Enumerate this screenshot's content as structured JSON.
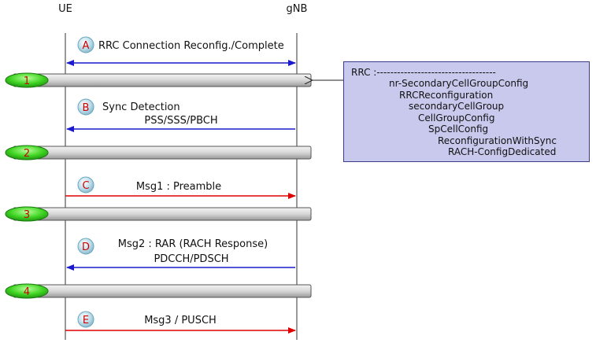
{
  "participants": {
    "ue": "UE",
    "gnb": "gNB"
  },
  "colors": {
    "bidirectional": "#1a1acc",
    "downlink": "#1a1acc",
    "uplink": "#e00000",
    "state_oval": "#33cc22",
    "bar": "#d8d8d8"
  },
  "messages": [
    {
      "marker": "A",
      "label": "RRC Connection Reconfig./Complete",
      "sublabel": "",
      "direction": "both"
    },
    {
      "marker": "B",
      "label": "Sync Detection",
      "sublabel": "PSS/SSS/PBCH",
      "direction": "to-ue"
    },
    {
      "marker": "C",
      "label": "Msg1 : Preamble",
      "sublabel": "",
      "direction": "to-gnb"
    },
    {
      "marker": "D",
      "label": "Msg2 : RAR (RACH Response)",
      "sublabel": "PDCCH/PDSCH",
      "direction": "to-ue"
    },
    {
      "marker": "E",
      "label": "Msg3 / PUSCH",
      "sublabel": "",
      "direction": "to-gnb"
    }
  ],
  "states": [
    "1",
    "2",
    "3",
    "4"
  ],
  "rrc_note": {
    "lines": [
      "RRC :-----------------------------------",
      "nr-SecondaryCellGroupConfig",
      "RRCReconfiguration",
      "secondaryCellGroup",
      "CellGroupConfig",
      "SpCellConfig",
      "ReconfigurationWithSync",
      "RACH-ConfigDedicated"
    ]
  }
}
